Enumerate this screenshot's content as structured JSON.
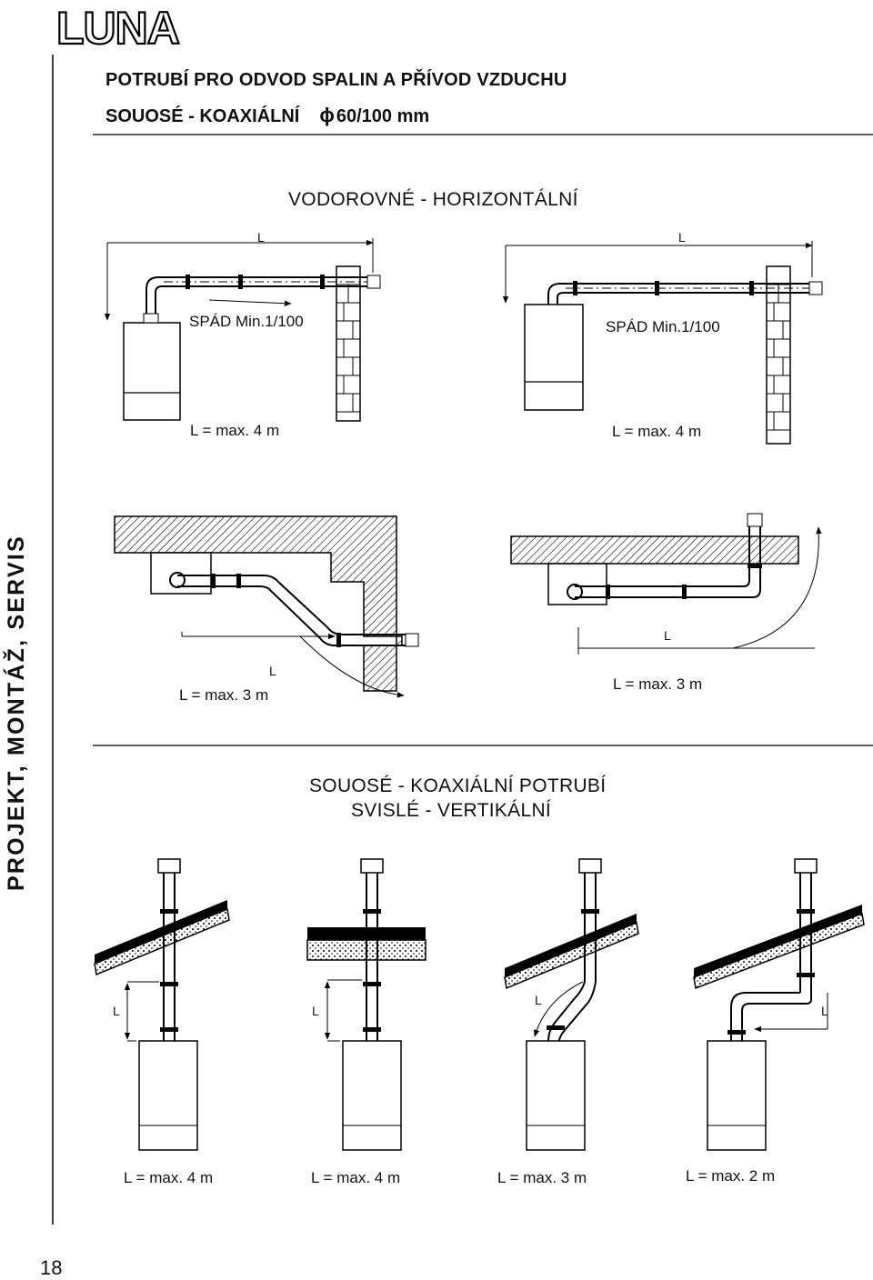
{
  "brand": {
    "logo_text": "LUNA"
  },
  "header": {
    "title_line1": "POTRUBÍ PRO ODVOD SPALIN A PŘÍVOD VZDUCHU",
    "title_line2": "SOUOSÉ - KOAXIÁLNÍ",
    "diameter_symbol": "ϕ",
    "diameter": "60/100 mm"
  },
  "horizontal": {
    "heading": "VODOROVNÉ - HORIZONTÁLNÍ",
    "left": {
      "length_label": "L",
      "slope": "SPÁD Min.1/100",
      "max": "L = max. 4 m"
    },
    "right": {
      "length_label": "L",
      "slope": "SPÁD Min.1/100",
      "max": "L = max. 4 m"
    }
  },
  "ceiling": {
    "left": {
      "length_label": "L",
      "max": "L = max. 3 m"
    },
    "right": {
      "length_label": "L",
      "max": "L = max. 3 m"
    }
  },
  "vertical": {
    "heading_line1": "SOUOSÉ - KOAXIÁLNÍ  POTRUBÍ",
    "heading_line2": "SVISLÉ - VERTIKÁLNÍ",
    "items": [
      {
        "length_label": "L",
        "max": "L = max. 4 m"
      },
      {
        "length_label": "L",
        "max": "L = max. 4 m"
      },
      {
        "length_label": "L",
        "max": "L = max. 3 m"
      },
      {
        "length_label": "L",
        "max": "L = max. 2 m"
      }
    ]
  },
  "sidebar": {
    "section_title": "PROJEKT,  MONTÁŽ,  SERVIS"
  },
  "footer": {
    "page_number": "18"
  }
}
